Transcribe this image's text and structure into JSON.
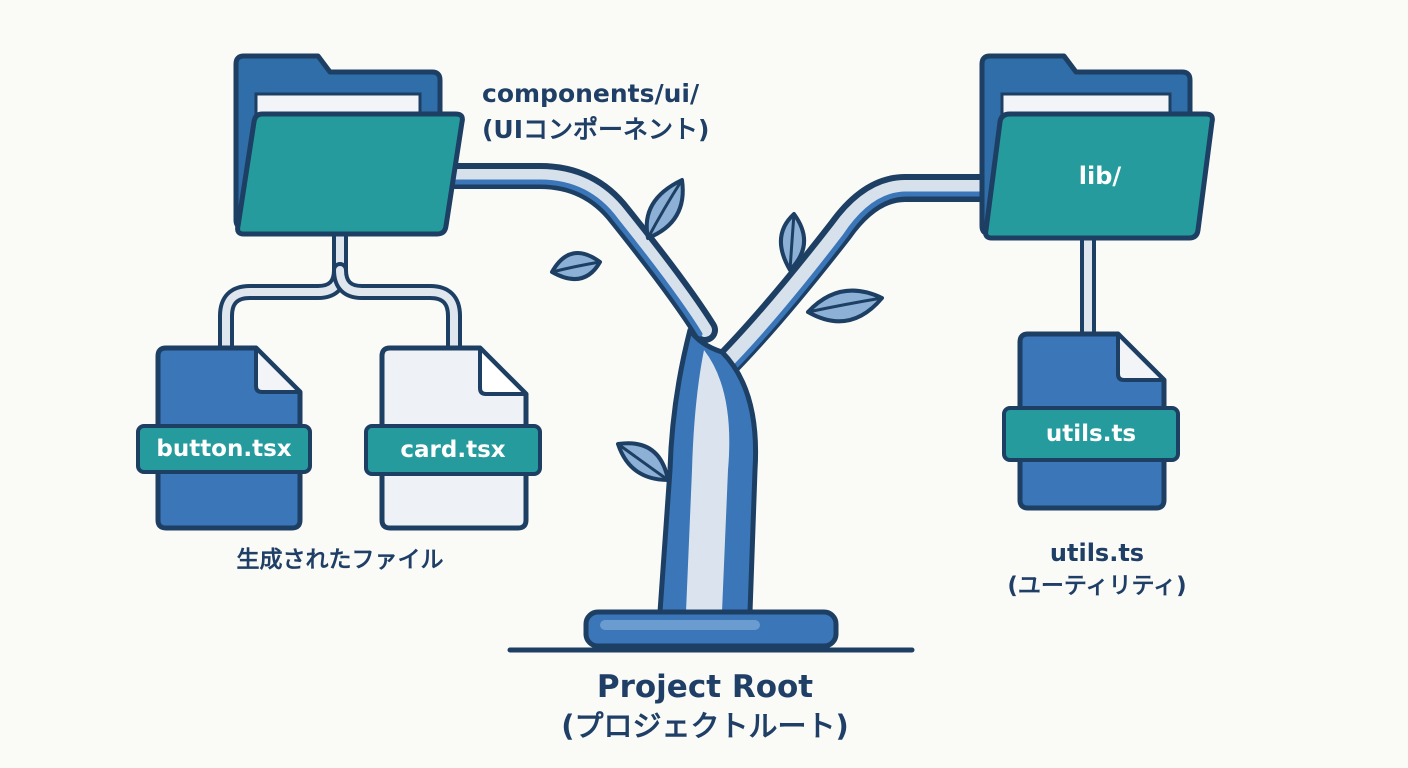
{
  "folders": {
    "components": {
      "name": "components/ui/",
      "subtitle": "(UIコンポーネント)"
    },
    "lib": {
      "name": "lib/"
    }
  },
  "files": {
    "button": {
      "name": "button.tsx"
    },
    "card": {
      "name": "card.tsx"
    },
    "utils": {
      "name": "utils.ts"
    }
  },
  "captions": {
    "generated": "生成されたファイル",
    "utils_name": "utils.ts",
    "utils_sub": "(ユーティリティ)",
    "root_name": "Project Root",
    "root_sub": "(プロジェクトルート)"
  },
  "colors": {
    "outline": "#1d3f63",
    "folder_teal": "#269b9e",
    "folder_back": "#2f6ea8",
    "file_blue": "#3a76b8",
    "file_white": "#f2f4f7",
    "text": "#1f3f66",
    "background": "#fafaf7"
  }
}
